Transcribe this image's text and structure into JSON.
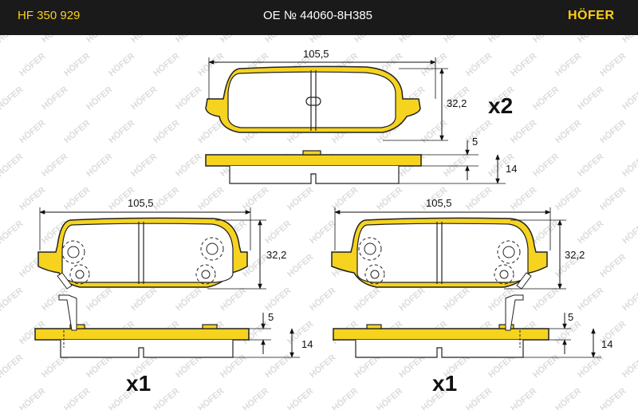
{
  "header": {
    "part_number": "HF 350 929",
    "oe_number": "OE № 44060-8H385",
    "brand": "HÖFER"
  },
  "watermark": {
    "text": "HÖFER"
  },
  "colors": {
    "pad": "#f5d31f",
    "header_bg": "#1a1a1a",
    "header_text": "#ffcf1a"
  },
  "views": {
    "top": {
      "width_label": "105,5",
      "height_label": "32,2",
      "thick_backplate_label": "5",
      "thick_total_label": "14",
      "qty_label": "x2"
    },
    "bottom_left": {
      "width_label": "105,5",
      "height_label": "32,2",
      "thick_backplate_label": "5",
      "thick_total_label": "14",
      "qty_label": "x1"
    },
    "bottom_right": {
      "width_label": "105,5",
      "height_label": "32,2",
      "thick_backplate_label": "5",
      "thick_total_label": "14",
      "qty_label": "x1"
    }
  }
}
